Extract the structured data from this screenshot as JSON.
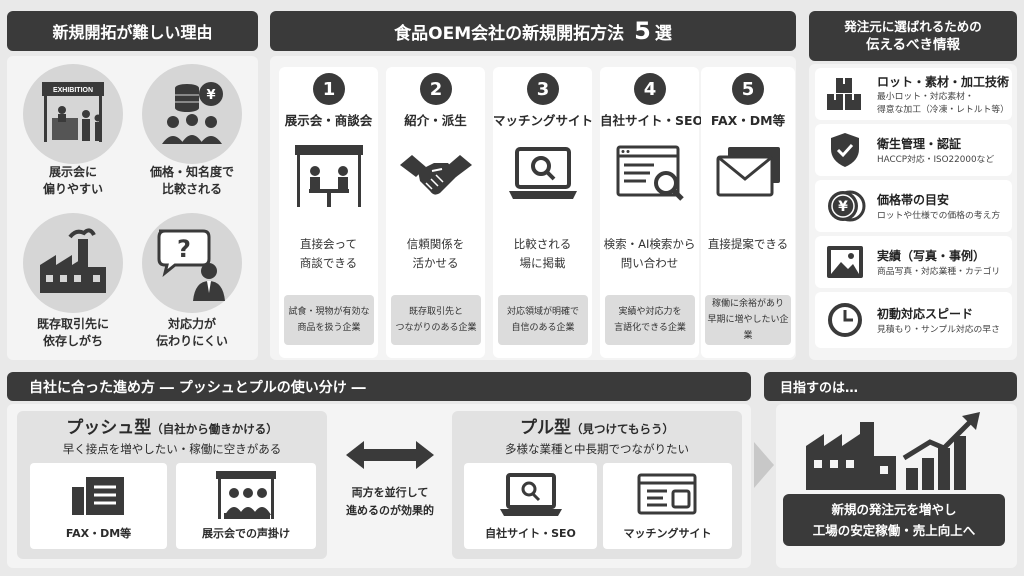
{
  "left": {
    "header": "新規開拓が難しい理由",
    "reasons": [
      {
        "l1": "展示会に",
        "l2": "偏りやすい",
        "sign": "EXHIBITION"
      },
      {
        "l1": "価格・知名度で",
        "l2": "比較される",
        "coin": "¥"
      },
      {
        "l1": "既存取引先に",
        "l2": "依存しがち"
      },
      {
        "l1": "対応力が",
        "l2": "伝わりにくい",
        "mark": "?"
      }
    ]
  },
  "center": {
    "header": "食品OEM会社の新規開拓方法",
    "header_num": "5",
    "header_suffix": "選",
    "methods": [
      {
        "num": "1",
        "title": "展示会・商談会",
        "d1": "直接会って",
        "d2": "商談できる",
        "b1": "試食・現物が有効な",
        "b2": "商品を扱う企業"
      },
      {
        "num": "2",
        "title": "紹介・派生",
        "d1": "信頼関係を",
        "d2": "活かせる",
        "b1": "既存取引先と",
        "b2": "つながりのある企業"
      },
      {
        "num": "3",
        "title": "マッチングサイト",
        "d1": "比較される",
        "d2": "場に掲載",
        "b1": "対応領域が明確で",
        "b2": "自信のある企業"
      },
      {
        "num": "4",
        "title": "自社サイト・SEO",
        "d1": "検索・AI検索から",
        "d2": "問い合わせ",
        "b1": "実績や対応力を",
        "b2": "言語化できる企業"
      },
      {
        "num": "5",
        "title": "FAX・DM等",
        "d1": "直接提案できる",
        "d2": "",
        "b1": "稼働に余裕があり",
        "b2": "早期に増やしたい企業"
      }
    ]
  },
  "right": {
    "header_l1": "発注元に選ばれるための",
    "header_l2": "伝えるべき情報",
    "items": [
      {
        "title": "ロット・素材・加工技術",
        "s1": "最小ロット・対応素材・",
        "s2": "得意な加工（冷凍・レトルト等）"
      },
      {
        "title": "衛生管理・認証",
        "s1": "HACCP対応・ISO22000など",
        "s2": ""
      },
      {
        "title": "価格帯の目安",
        "s1": "ロットや仕様での価格の考え方",
        "s2": "",
        "coin": "¥"
      },
      {
        "title": "実績（写真・事例）",
        "s1": "商品写真・対応業種・カテゴリ",
        "s2": ""
      },
      {
        "title": "初動対応スピード",
        "s1": "見積もり・サンプル対応の早さ",
        "s2": ""
      }
    ]
  },
  "bottom": {
    "header": "自社に合った進め方 ― プッシュとプルの使い分け ―",
    "push": {
      "title": "プッシュ型",
      "paren": "（自社から働きかける）",
      "sub": "早く接点を増やしたい・稼働に空きがある",
      "c1": "FAX・DM等",
      "c2": "展示会での声掛け"
    },
    "middle_l1": "両方を並行して",
    "middle_l2": "進めるのが効果的",
    "pull": {
      "title": "プル型",
      "paren": "（見つけてもらう）",
      "sub": "多様な業種と中長期でつながりたい",
      "c1": "自社サイト・SEO",
      "c2": "マッチングサイト"
    }
  },
  "goal": {
    "header": "目指すのは…",
    "l1": "新規の発注元を増やし",
    "l2": "工場の安定稼働・売上向上へ"
  }
}
